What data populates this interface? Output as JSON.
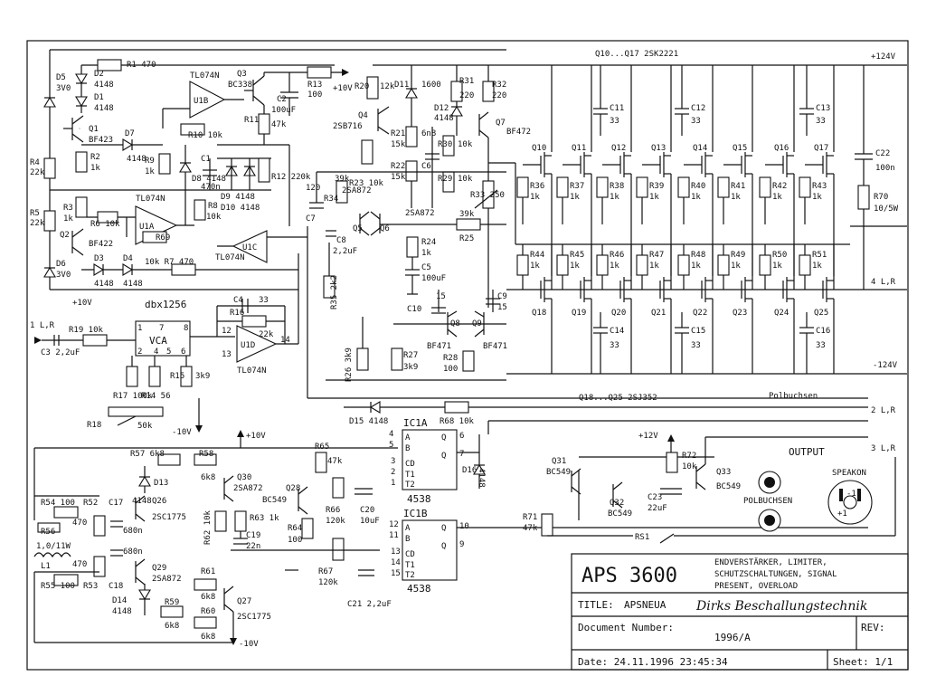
{
  "rails": {
    "pos": "+124V",
    "neg": "-124V",
    "pos_top_group": "Q10...Q17 2SK2221",
    "neg_bottom_group": "Q18...Q25 2SJ352",
    "plus10v_a": "+10V",
    "plus10v_b": "+10V",
    "plus10v_c": "+10V",
    "minus10v_a": "-10V",
    "minus10v_b": "-10V",
    "plus12v": "+12V"
  },
  "connectors": {
    "in1": "1 L,R",
    "out4": "4 L,R",
    "out2": "2 L,R",
    "out3": "3 L,R",
    "polbuchsen_small": "Polbuchsen",
    "polbuchsen": "POLBUCHSEN",
    "speakon": "SPEAKON",
    "output": "OUTPUT"
  },
  "components": {
    "R1": "R1 470",
    "D2": "D2",
    "D2v": "4148",
    "D1": "D1",
    "D1v": "4148",
    "D5": "D5",
    "D5v": "3V0",
    "U1B": "U1B",
    "U1Bt": "TL074N",
    "Q3": "Q3",
    "Q3v": "BC338",
    "R13": "R13",
    "R13v": "100",
    "C2": "C2",
    "C2v": "100uF",
    "R11": "R11",
    "R11v": "47k",
    "R10": "R10 10k",
    "Q1": "Q1",
    "Q1v": "BF423",
    "D7": "D7",
    "D7v": "4148",
    "R9": "R9",
    "R9v": "1k",
    "D8": "D8 4148",
    "C1": "C1",
    "C1v": "470n",
    "D9": "D9 4148",
    "D10": "D10 4148",
    "R12": "R12 220k",
    "R4": "R4",
    "R4v": "22k",
    "R2": "R2",
    "R2v": "1k",
    "R5": "R5",
    "R5v": "22k",
    "R3": "R3",
    "R3v": "1k",
    "U1A": "U1A",
    "U1At": "TL074N",
    "R6": "R6 10k",
    "R69": "R69",
    "R8": "R8",
    "R8v": "10k",
    "Q2": "Q2",
    "Q2v": "BF422",
    "U1C": "U1C",
    "U1Ct": "TL074N",
    "D6": "D6",
    "D6v": "3V0",
    "D3": "D3",
    "D3v": "4148",
    "D4": "D4",
    "D4v": "4148",
    "R7": "10k  R7 470",
    "R20": "R20",
    "R20v": "12k",
    "D11": "D11",
    "D11v": "1600",
    "Q4": "Q4",
    "Q4v": "2SB716",
    "R21": "R21",
    "R21v": "15k",
    "R22": "R22",
    "R22v": "15k",
    "R23": "R23 10k",
    "C6": "C6",
    "C6v": "6n8",
    "R31": "R31",
    "R31v": "220",
    "R32": "R32",
    "R32v": "220",
    "D12": "D12",
    "D12v": "4148",
    "R30": "R30",
    "R30v": "10k",
    "Q7": "Q7",
    "Q7v": "BF472",
    "R29": "R29",
    "R29v": "10k",
    "R33": "R33 250",
    "C7": "C7",
    "C7v": "120",
    "R34": "R34",
    "R34v": "39k",
    "Q5Q6t": "2SA872",
    "Q5": "Q5",
    "Q6": "Q6",
    "Q5b": "2SA872",
    "R24": "R24",
    "R24v": "1k",
    "C5": "C5",
    "C5v": "100uF",
    "R25": "39k",
    "R25l": "R25",
    "C8": "C8",
    "C8v": "2,2uF",
    "R35": "R35 2k2",
    "C10": "C10",
    "C10v": "15",
    "C9": "C9",
    "C9v": "15",
    "Q8": "Q8",
    "Q8v": "BF471",
    "Q9": "Q9",
    "Q9v": "BF471",
    "R26": "R26 3k9",
    "R27": "R27",
    "R27v": "3k9",
    "R28": "R28",
    "R28v": "100",
    "dbx": "dbx1256",
    "vca": "VCA",
    "C4": "C4",
    "C4v": "33",
    "R16": "R16",
    "R16v": "22k",
    "U1D": "U1D",
    "U1Dt": "TL074N",
    "R19": "R19 10k",
    "C3": "C3 2,2uF",
    "R17": "R17 100k",
    "R14": "R14 56",
    "R15": "R15",
    "R15v": "3k9",
    "R18": "R18",
    "R18v": "50k",
    "D15": "D15 4148",
    "R68": "R68 10k",
    "IC1A": "IC1A",
    "IC1B": "IC1B",
    "ic4538a": "4538",
    "ic4538b": "4538",
    "D16": "D16",
    "D16v": "4148",
    "R65": "R65",
    "R65v": "47k",
    "Q28": "Q28",
    "Q28v": "BC549",
    "R66": "R66",
    "R66v": "120k",
    "C20": "C20",
    "C20v": "10uF",
    "R64": "R64",
    "R64v": "100",
    "R67": "R67",
    "R67v": "120k",
    "C21": "C21 2,2uF",
    "R57": "R57 6k8",
    "R58": "R58",
    "R58v": "6k8",
    "D13": "D13",
    "D13v": "4148",
    "Q30": "Q30",
    "Q30v": "2SA872",
    "Q26": "Q26",
    "Q26v": "2SC1775",
    "R63": "R63 1k",
    "R62": "R62 10k",
    "C19": "C19",
    "C19v": "22n",
    "R54": "R54 100",
    "R52": "R52",
    "C17": "C17",
    "R56": "R56",
    "R56v": "1,0/11W",
    "L1": "L1",
    "R52v": "470",
    "R53v": "470",
    "C17v": "680n",
    "C18v": "680n",
    "R55": "R55 100",
    "R53": "R53",
    "C18": "C18",
    "Q29": "Q29",
    "Q29v": "2SA872",
    "R61": "R61",
    "R61v": "6k8",
    "D14": "D14",
    "D14v": "4148",
    "R59": "R59",
    "R59v": "6k8",
    "R60": "R60",
    "R60v": "6k8",
    "Q27": "Q27",
    "Q27v": "2SC1775",
    "Q31": "Q31",
    "Q31v": "BC549",
    "Q32": "Q32",
    "Q32v": "BC549",
    "R72": "R72",
    "R72v": "10k",
    "Q33": "Q33",
    "Q33v": "BC549",
    "C23": "C23",
    "C23v": "22uF",
    "R71": "R71",
    "R71v": "47k",
    "RS1": "RS1",
    "C22": "C22",
    "C22v": "100n",
    "R70": "R70",
    "R70v": "10/5W"
  },
  "output_stage": {
    "top_fets": [
      "Q10",
      "Q11",
      "Q12",
      "Q13",
      "Q14",
      "Q15",
      "Q16",
      "Q17"
    ],
    "top_res": [
      "R36",
      "R37",
      "R38",
      "R39",
      "R40",
      "R41",
      "R42",
      "R43"
    ],
    "bot_fets": [
      "Q18",
      "Q19",
      "Q20",
      "Q21",
      "Q22",
      "Q23",
      "Q24",
      "Q25"
    ],
    "bot_res": [
      "R44",
      "R45",
      "R46",
      "R47",
      "R48",
      "R49",
      "R50",
      "R51"
    ],
    "caps_top": [
      "C11",
      "C12",
      "C13"
    ],
    "caps_bot": [
      "C14",
      "C15",
      "C16"
    ],
    "res_value": "1k",
    "cap_value": "33"
  },
  "ic_pins": {
    "ic1a": [
      "4",
      "5",
      "A",
      "B",
      "CD",
      "T1",
      "T2",
      "Q",
      "Q",
      "3",
      "2",
      "1",
      "6",
      "7"
    ],
    "ic1b": [
      "12",
      "11",
      "A",
      "B",
      "CD",
      "T1",
      "T2",
      "Q",
      "Q",
      "13",
      "14",
      "15",
      "10",
      "9"
    ]
  },
  "title_block": {
    "model": "APS 3600",
    "description": [
      "ENDVERSTÄRKER, LIMITER,",
      "SCHUTZSCHALTUNGEN, SIGNAL",
      "PRESENT, OVERLOAD"
    ],
    "title_label": "TITLE:",
    "title_value": "APSNEUA",
    "signature": "Dirks Beschallungstechnik",
    "docnum_label": "Document Number:",
    "docnum_value": "1996/A",
    "rev_label": "REV:",
    "date_label": "Date: 24.11.1996 23:45:34",
    "sheet_label": "Sheet: 1/1"
  }
}
